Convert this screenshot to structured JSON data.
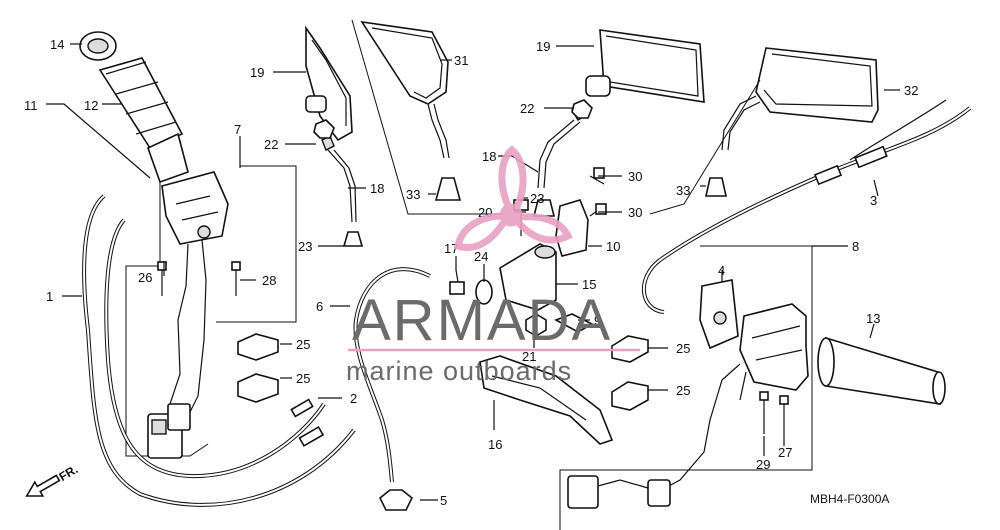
{
  "diagram": {
    "callouts": {
      "c1": "1",
      "c2": "2",
      "c3": "3",
      "c4": "4",
      "c5": "5",
      "c6": "6",
      "c7": "7",
      "c8": "8",
      "c9": "9",
      "c10": "10",
      "c11": "11",
      "c12": "12",
      "c13": "13",
      "c14": "14",
      "c15": "15",
      "c16": "16",
      "c17": "17",
      "c18a": "18",
      "c18b": "18",
      "c19a": "19",
      "c19b": "19",
      "c20": "20",
      "c21": "21",
      "c22a": "22",
      "c22b": "22",
      "c23a": "23",
      "c23b": "23",
      "c24": "24",
      "c25a": "25",
      "c25b": "25",
      "c25c": "25",
      "c25d": "25",
      "c26": "26",
      "c27": "27",
      "c28": "28",
      "c29": "29",
      "c30a": "30",
      "c30b": "30",
      "c31": "31",
      "c32": "32",
      "c33a": "33",
      "c33b": "33"
    },
    "diagram_code": "MBH4-F0300A",
    "front_label": "FR.",
    "watermark": {
      "title": "ARMADA",
      "subtitle": "marine outboards",
      "color": "#e8a0c4"
    }
  }
}
